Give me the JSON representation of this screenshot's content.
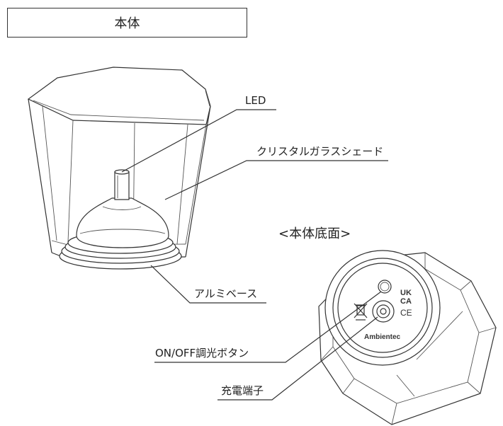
{
  "title": "本体",
  "bottom_view_title": "<本体底面>",
  "labels": {
    "led": "LED",
    "glass_shade": "クリスタルガラスシェード",
    "aluminum_base": "アルミベース",
    "button": "ON/OFF調光ボタン",
    "charging_port": "充電端子"
  },
  "device_marks": {
    "brand": "Ambientec",
    "ukca_top": "UK",
    "ukca_bottom": "CA",
    "ce": "CE"
  }
}
